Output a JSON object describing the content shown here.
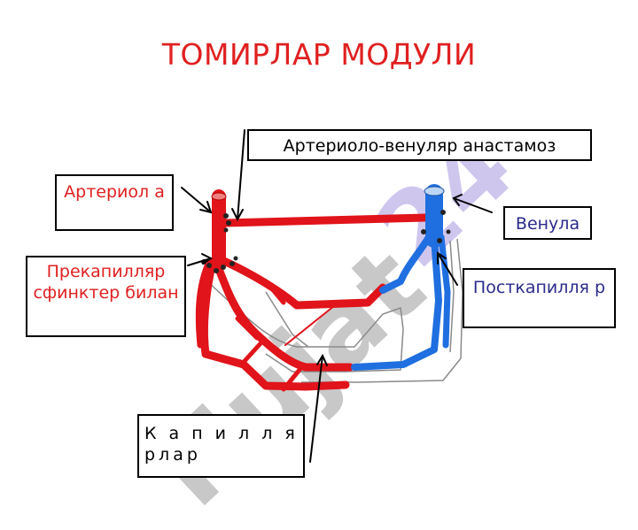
{
  "title": "ТОМИРЛАР МОДУЛИ",
  "labels": {
    "anastomosis": "Артериоло-венуляр анастамоз",
    "arteriole": "Артериол а",
    "venule": "Венула",
    "precapillary": "Прекапилляр сфинктер билан",
    "postcapillary": "Посткапилля р",
    "capillaries": "К а п и л л я рлар"
  },
  "watermark": {
    "grey": "Hujat",
    "violet": "24"
  },
  "colors": {
    "title": "#e02020",
    "arterial": "#e0141a",
    "venous": "#1f6fe0",
    "label_red": "#e02020",
    "label_blue": "#2b2b8c"
  }
}
